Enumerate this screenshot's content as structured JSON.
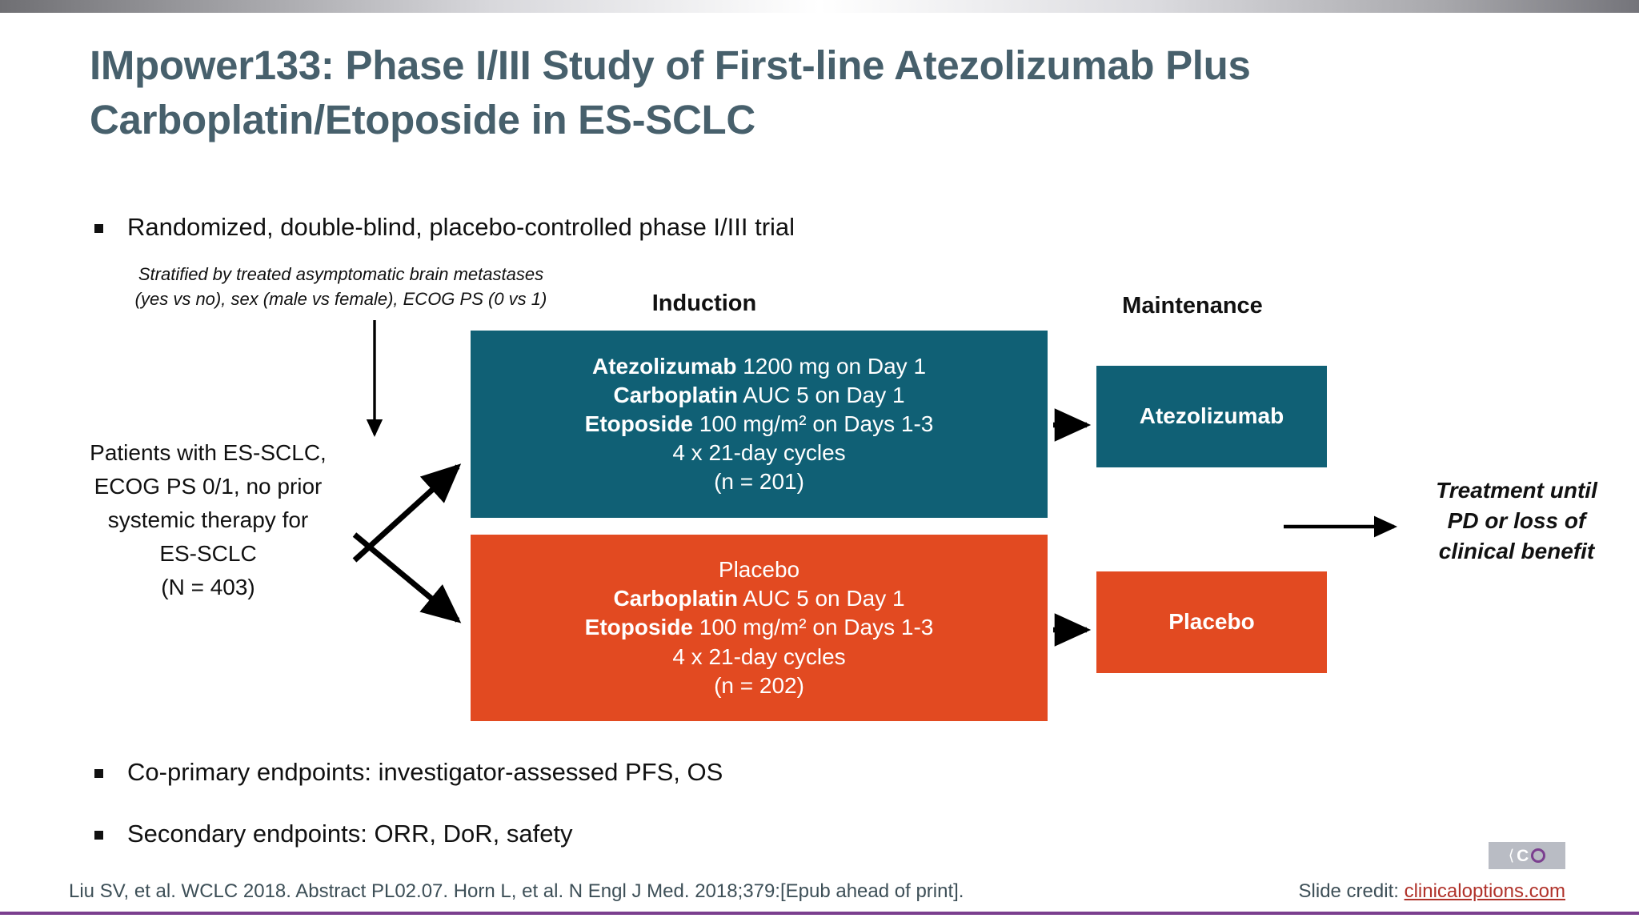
{
  "slide": {
    "title": "IMpower133: Phase I/III Study of First-line Atezolizumab Plus Carboplatin/Etoposide in ES-SCLC"
  },
  "bullets": {
    "design": "Randomized, double-blind, placebo-controlled phase I/III trial",
    "coprimary": "Co-primary endpoints: investigator-assessed PFS, OS",
    "secondary": "Secondary endpoints: ORR, DoR, safety"
  },
  "stratification": {
    "line1": "Stratified by treated asymptomatic brain metastases",
    "line2": "(yes vs no), sex (male vs female), ECOG PS (0 vs 1)"
  },
  "population": {
    "line1": "Patients with ES-SCLC,",
    "line2": "ECOG PS 0/1, no prior",
    "line3": "systemic therapy for",
    "line4": "ES-SCLC",
    "line5": "(N = 403)"
  },
  "columns": {
    "induction": "Induction",
    "maintenance": "Maintenance"
  },
  "arms": {
    "induction_atezo": {
      "drug1": "Atezolizumab",
      "dose1": " 1200 mg on Day 1",
      "drug2": "Carboplatin",
      "dose2": " AUC 5 on Day 1",
      "drug3": "Etoposide",
      "dose3": " 100 mg/m² on Days 1-3",
      "cycles": "4 x 21-day cycles",
      "n": "(n = 201)"
    },
    "induction_placebo": {
      "drug1": "Placebo",
      "dose1": "",
      "drug2": "Carboplatin",
      "dose2": " AUC 5 on Day 1",
      "drug3": "Etoposide",
      "dose3": " 100 mg/m² on Days 1-3",
      "cycles": "4 x 21-day cycles",
      "n": "(n = 202)"
    },
    "maintenance_atezo": "Atezolizumab",
    "maintenance_placebo": "Placebo"
  },
  "treatment_until": {
    "line1": "Treatment until",
    "line2": "PD or loss of",
    "line3": "clinical benefit"
  },
  "footer": {
    "citation": "Liu SV, et al. WCLC 2018. Abstract PL02.07. Horn L, et al. N Engl J Med. 2018;379:[Epub ahead of print].",
    "credit_label": "Slide credit: ",
    "credit_link": "clinicaloptions.com"
  },
  "colors": {
    "teal": "#106075",
    "orange": "#e24a21",
    "title": "#47606c",
    "purple_rule": "#7b3f8f",
    "link": "#b0322a"
  }
}
